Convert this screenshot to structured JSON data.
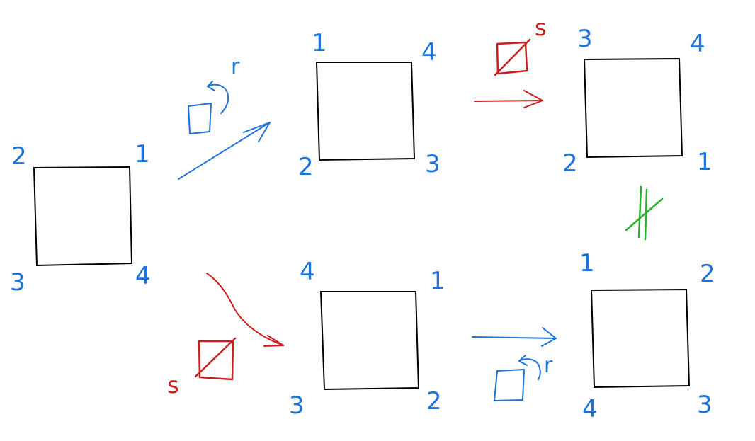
{
  "colors": {
    "square": "#000000",
    "blue": "#1e73d8",
    "red": "#cc1e1e",
    "green": "#27b327"
  },
  "squares": [
    {
      "labels": {
        "top_left": "2",
        "top_right": "1",
        "bottom_left": "3",
        "bottom_right": "4"
      }
    },
    {
      "labels": {
        "top_left": "1",
        "top_right": "4",
        "bottom_left": "2",
        "bottom_right": "3"
      }
    },
    {
      "labels": {
        "top_left": "3",
        "top_right": "4",
        "bottom_left": "2",
        "bottom_right": "1"
      }
    },
    {
      "labels": {
        "top_left": "4",
        "top_right": "1",
        "bottom_left": "3",
        "bottom_right": "2"
      }
    },
    {
      "labels": {
        "top_left": "1",
        "top_right": "2",
        "bottom_left": "4",
        "bottom_right": "3"
      }
    }
  ],
  "operations": {
    "rotation": "r",
    "reflection": "s"
  }
}
